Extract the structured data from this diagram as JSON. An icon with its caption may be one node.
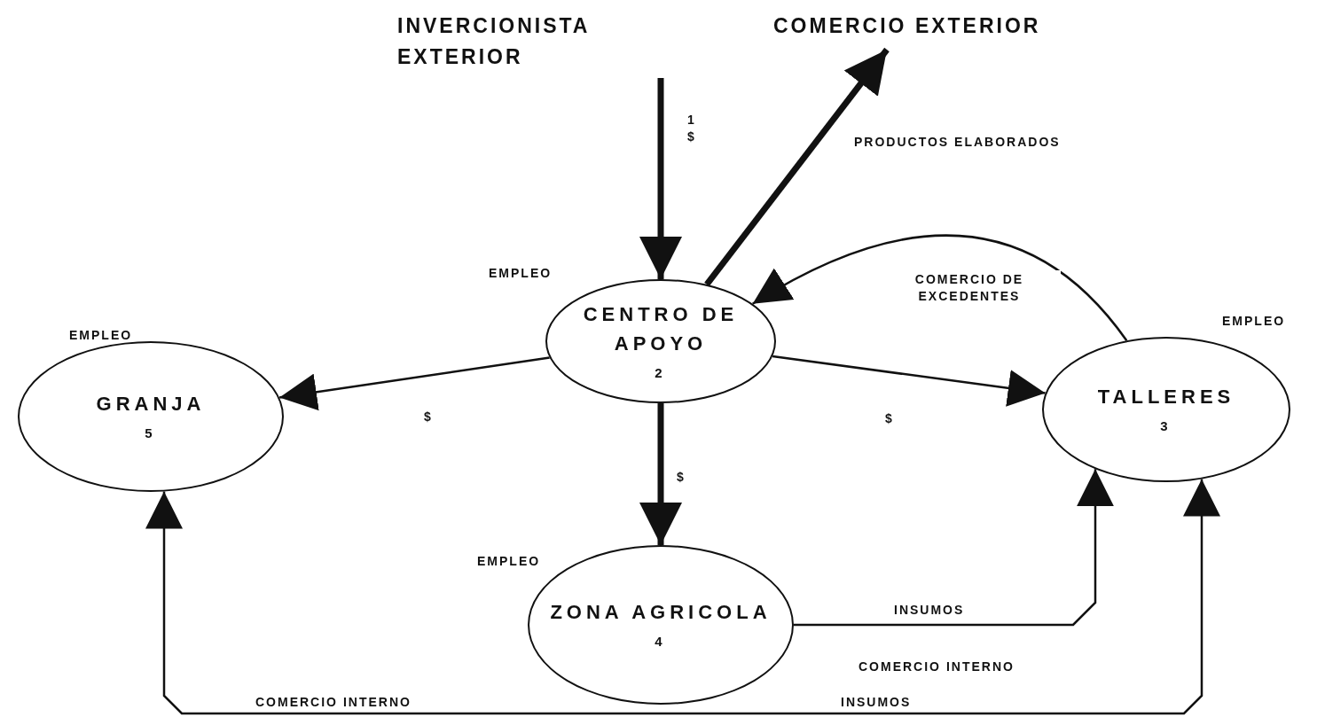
{
  "diagram": {
    "nodes": [
      {
        "text": [
          "INVERCIONISTA EXTERIOR"
        ]
      },
      {
        "text": [
          "COMERCIO EXTERIOR"
        ]
      },
      {
        "text": [
          "CENTRO DE APOYO",
          "2"
        ],
        "beside": [
          "EMPLEO"
        ]
      },
      {
        "text": [
          "GRANJA",
          "5"
        ],
        "beside": [
          "EMPLEO"
        ]
      },
      {
        "text": [
          "TALLERES",
          "3"
        ],
        "beside": [
          "EMPLEO"
        ]
      },
      {
        "text": [
          "ZONA AGRICOLA",
          "4"
        ],
        "beside": [
          "EMPLEO"
        ]
      }
    ],
    "edges": [
      {
        "from": 0,
        "to": 2,
        "arrow": "to",
        "label": "1 $",
        "style": "thick"
      },
      {
        "from": 2,
        "to": 1,
        "arrow": "to",
        "label": "PRODUCTOS ELABORADOS",
        "style": "thick"
      },
      {
        "from": 4,
        "to": 2,
        "arrow": "to",
        "label": "COMERCIO DE EXCEDENTES"
      },
      {
        "from": 2,
        "to": 3,
        "arrow": "to",
        "label": "$"
      },
      {
        "from": 2,
        "to": 4,
        "arrow": "to",
        "label": "$"
      },
      {
        "from": 2,
        "to": 5,
        "arrow": "to",
        "label": "$",
        "style": "thick"
      },
      {
        "from": 5,
        "to": 4,
        "arrow": "to",
        "label": "INSUMOS"
      },
      {
        "from": 3,
        "to": 4,
        "arrow": "both",
        "label": "COMERCIO INTERNO"
      }
    ],
    "labels": [
      "COMERCIO INTERNO",
      "INSUMOS"
    ]
  }
}
